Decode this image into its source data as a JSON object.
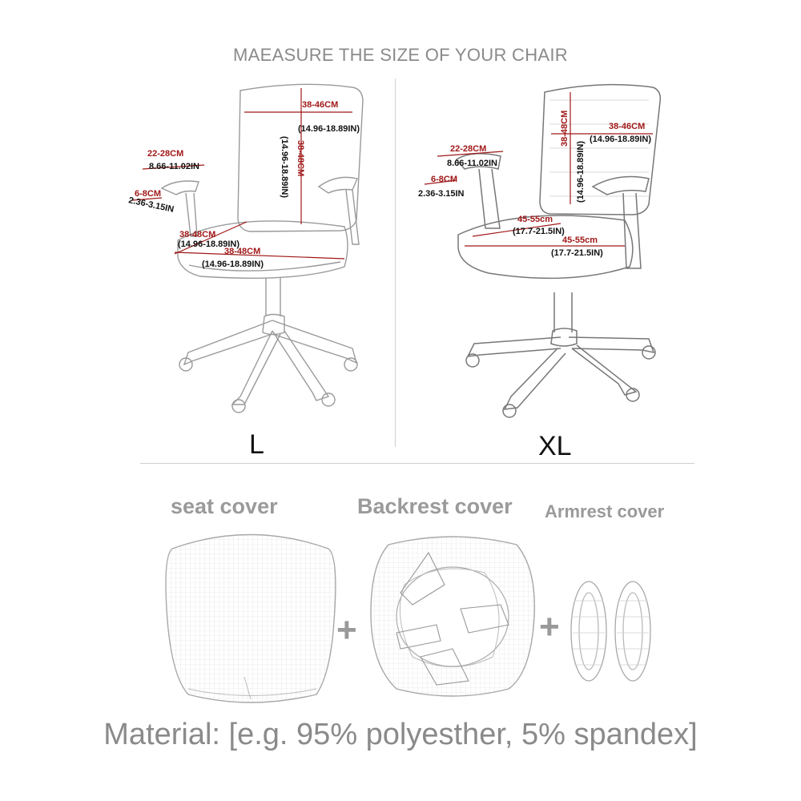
{
  "title": "MAEASURE THE SIZE OF YOUR CHAIR",
  "sizes": {
    "left_label": "L",
    "right_label": "XL"
  },
  "chair_L": {
    "back_width_cm": "38-46CM",
    "back_width_in": "(14.96-18.89IN)",
    "back_height_cm": "38-48CM",
    "back_height_in": "(14.96-18.89IN)",
    "arm_length_cm": "22-28CM",
    "arm_length_in": "8.66-11.02IN",
    "arm_width_cm": "6-8CM",
    "arm_width_in": "2.36-3.15IN",
    "seat_depth_cm": "38-48CM",
    "seat_depth_in": "(14.96-18.89IN)",
    "seat_width_cm": "38-48CM",
    "seat_width_in": "(14.96-18.89IN)"
  },
  "chair_XL": {
    "back_width_cm": "38-46CM",
    "back_width_in": "(14.96-18.89IN)",
    "back_height_cm": "38-48CM",
    "back_height_in": "(14.96-18.89IN)",
    "arm_length_cm": "22-28CM",
    "arm_length_in": "8.66-11.02IN",
    "arm_width_cm": "6-8CM",
    "arm_width_in": "2.36-3.15IN",
    "seat_depth_cm": "45-55cm",
    "seat_depth_in": "(17.7-21.5IN)",
    "seat_width_cm": "45-55cm",
    "seat_width_in": "(17.7-21.5IN)"
  },
  "covers": {
    "seat_label": "seat cover",
    "backrest_label": "Backrest cover",
    "armrest_label": "Armrest cover",
    "plus": "+"
  },
  "material": "Material: [e.g. 95% polyesther, 5% spandex]",
  "colors": {
    "dimension_red": "#a01818",
    "dimension_black": "#111111",
    "outline_gray": "#9a9a9a",
    "label_gray": "#8a8a8a"
  }
}
